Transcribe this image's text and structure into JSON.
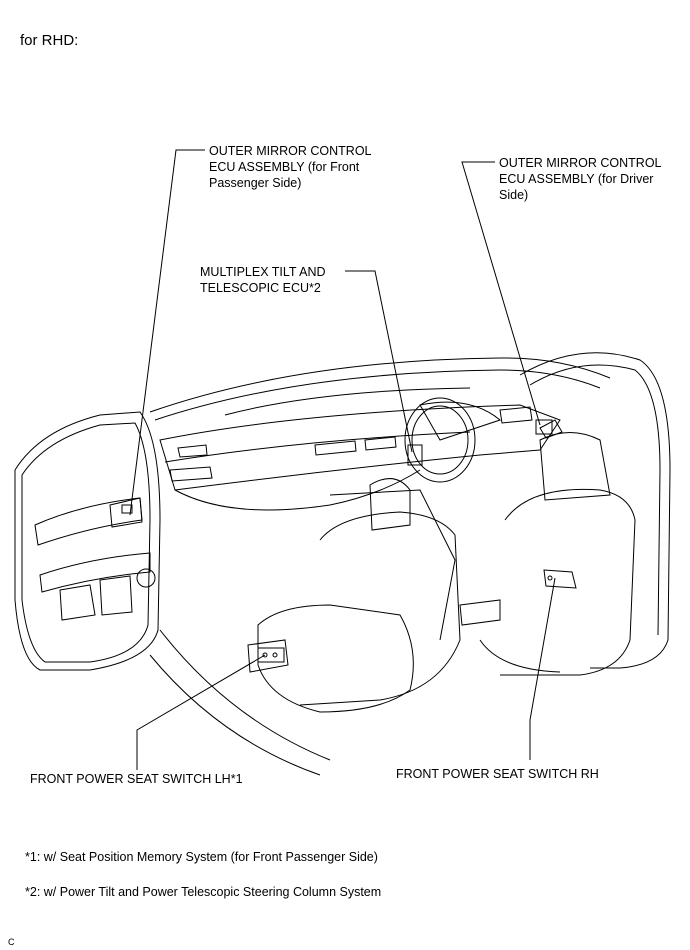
{
  "heading": "for RHD:",
  "labels": {
    "mirror_ecu_passenger": "OUTER MIRROR CONTROL\nECU ASSEMBLY (for Front\nPassenger Side)",
    "mirror_ecu_driver": "OUTER MIRROR CONTROL\nECU ASSEMBLY (for Driver\nSide)",
    "tilt_telescopic_ecu": "MULTIPLEX TILT AND\nTELESCOPIC ECU*2",
    "seat_switch_lh": "FRONT POWER SEAT SWITCH LH*1",
    "seat_switch_rh": "FRONT POWER SEAT SWITCH RH"
  },
  "footnotes": [
    "*1: w/ Seat Position Memory System (for Front Passenger Side)",
    "*2: w/ Power Tilt and Power Telescopic Steering Column System"
  ],
  "corner_mark": "C"
}
